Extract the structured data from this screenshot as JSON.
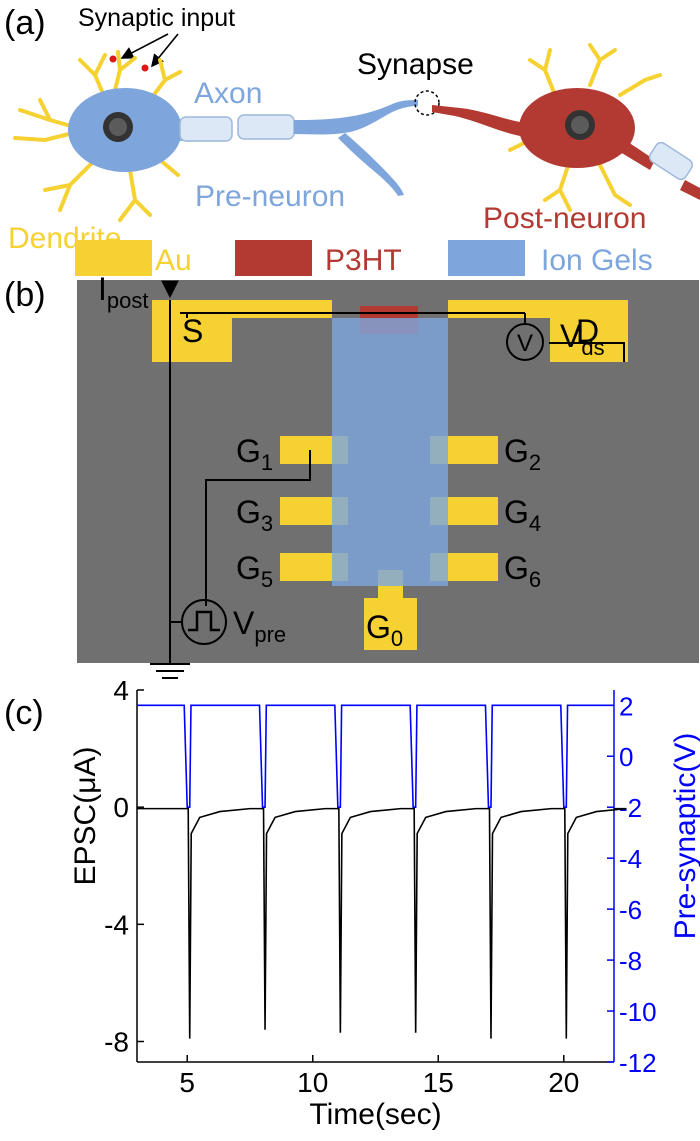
{
  "panel_a": {
    "label": "(a)",
    "synaptic_input": "Synaptic input",
    "axon": "Axon",
    "synapse": "Synapse",
    "pre_neuron": "Pre-neuron",
    "post_neuron": "Post-neuron",
    "dendrite": "Dendrite",
    "colors": {
      "pre": "#7ea6dc",
      "post": "#b23a32",
      "dendrite": "#f5d132",
      "nucleus": "#333333"
    }
  },
  "legend": [
    {
      "label": "Au",
      "color": "#f5d132"
    },
    {
      "label": "P3HT",
      "color": "#b23a32"
    },
    {
      "label": "Ion Gels",
      "color": "#7ea6dc"
    }
  ],
  "panel_b": {
    "label": "(b)",
    "i_post": "I",
    "i_post_sub": "post",
    "v_ds": "V",
    "v_ds_sub": "ds",
    "v_meter": "V",
    "source": "S",
    "drain": "D",
    "gates": [
      "G",
      "G",
      "G",
      "G",
      "G",
      "G",
      "G"
    ],
    "gate_subs": [
      "1",
      "2",
      "3",
      "4",
      "5",
      "6",
      "0"
    ],
    "v_pre": "V",
    "v_pre_sub": "pre",
    "substrate_color": "#707070"
  },
  "panel_c": {
    "label": "(c)"
  },
  "chart_data": {
    "type": "line",
    "xlabel": "Time(sec)",
    "ylabel_left": "EPSC(μA)",
    "ylabel_right": "Pre-synaptic(V)",
    "xlim": [
      3,
      22
    ],
    "ylim_left": [
      -8.7,
      4
    ],
    "ylim_right": [
      -12,
      2.6
    ],
    "xticks": [
      5,
      10,
      15,
      20
    ],
    "yticks_left": [
      4,
      0,
      -4,
      -8
    ],
    "yticks_right": [
      2,
      0,
      -2,
      -4,
      -6,
      -8,
      -10,
      -12
    ],
    "pulse_times": [
      5.1,
      8.1,
      11.1,
      14.1,
      17.1,
      20.1
    ],
    "series": [
      {
        "axis": "left",
        "color": "#000000",
        "baseline": -0.05,
        "peak_values": [
          -7.9,
          -7.6,
          -7.7,
          -7.7,
          -7.9,
          -7.9
        ]
      },
      {
        "axis": "right",
        "color": "#0000ff",
        "high": 2,
        "low": -2
      }
    ]
  }
}
